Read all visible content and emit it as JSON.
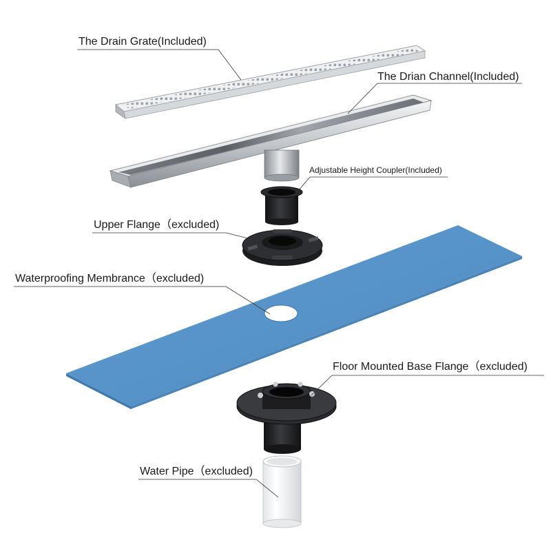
{
  "labels": {
    "drain_grate": "The Drain Grate(Included)",
    "drain_channel": "The Drian Channel(Included)",
    "height_coupler": "Adjustable Height Coupler(Included)",
    "upper_flange": "Upper Flange（excluded)",
    "waterproofing_membrane": "Waterproofing Membrance（excluded)",
    "floor_base_flange": "Floor Mounted Base Flange（excluded)",
    "water_pipe": "Water Pipe（excluded)"
  },
  "colors": {
    "membrane": "#5b96c9",
    "steel": "#c9ccd0",
    "flange": "#1e1e20",
    "pipe": "#f2f3f3",
    "leader": "#333333"
  }
}
